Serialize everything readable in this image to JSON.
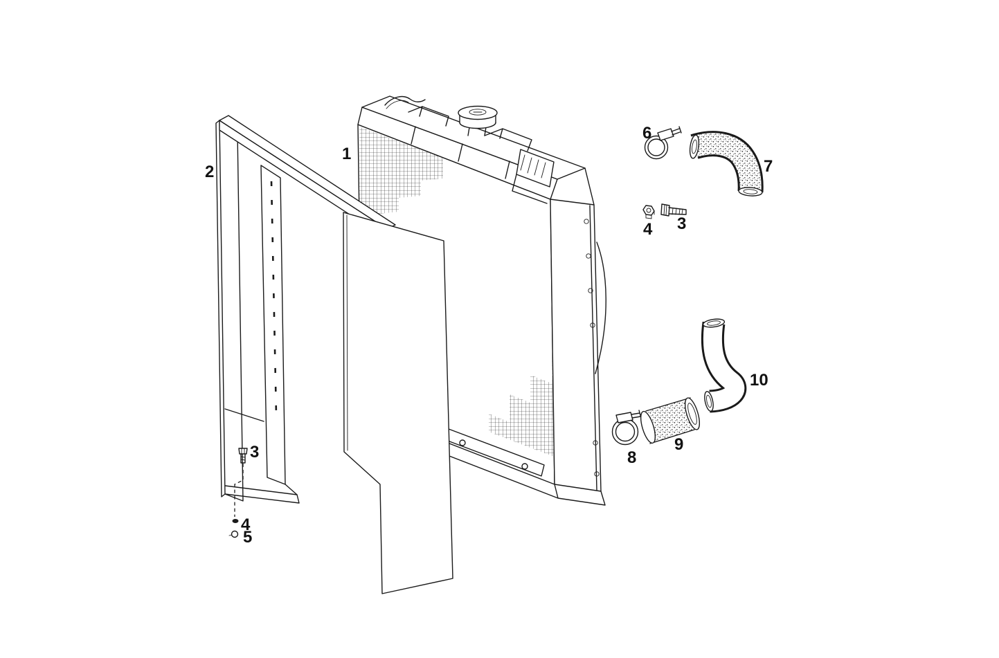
{
  "diagram": {
    "background_color": "#ffffff",
    "line_color": "#1a1a1a",
    "labels": [
      {
        "id": "frame",
        "text": "2"
      },
      {
        "id": "radiator",
        "text": "1"
      },
      {
        "id": "clamp-top",
        "text": "6"
      },
      {
        "id": "hose-elbow",
        "text": "7"
      },
      {
        "id": "nut-top",
        "text": "4"
      },
      {
        "id": "bolt-top",
        "text": "3"
      },
      {
        "id": "hose-curved",
        "text": "10"
      },
      {
        "id": "clamp-bottom",
        "text": "8"
      },
      {
        "id": "hose-straight",
        "text": "9"
      },
      {
        "id": "bolt-left",
        "text": "3"
      },
      {
        "id": "nut-left",
        "text": "4"
      },
      {
        "id": "washer-left",
        "text": "5"
      }
    ]
  }
}
